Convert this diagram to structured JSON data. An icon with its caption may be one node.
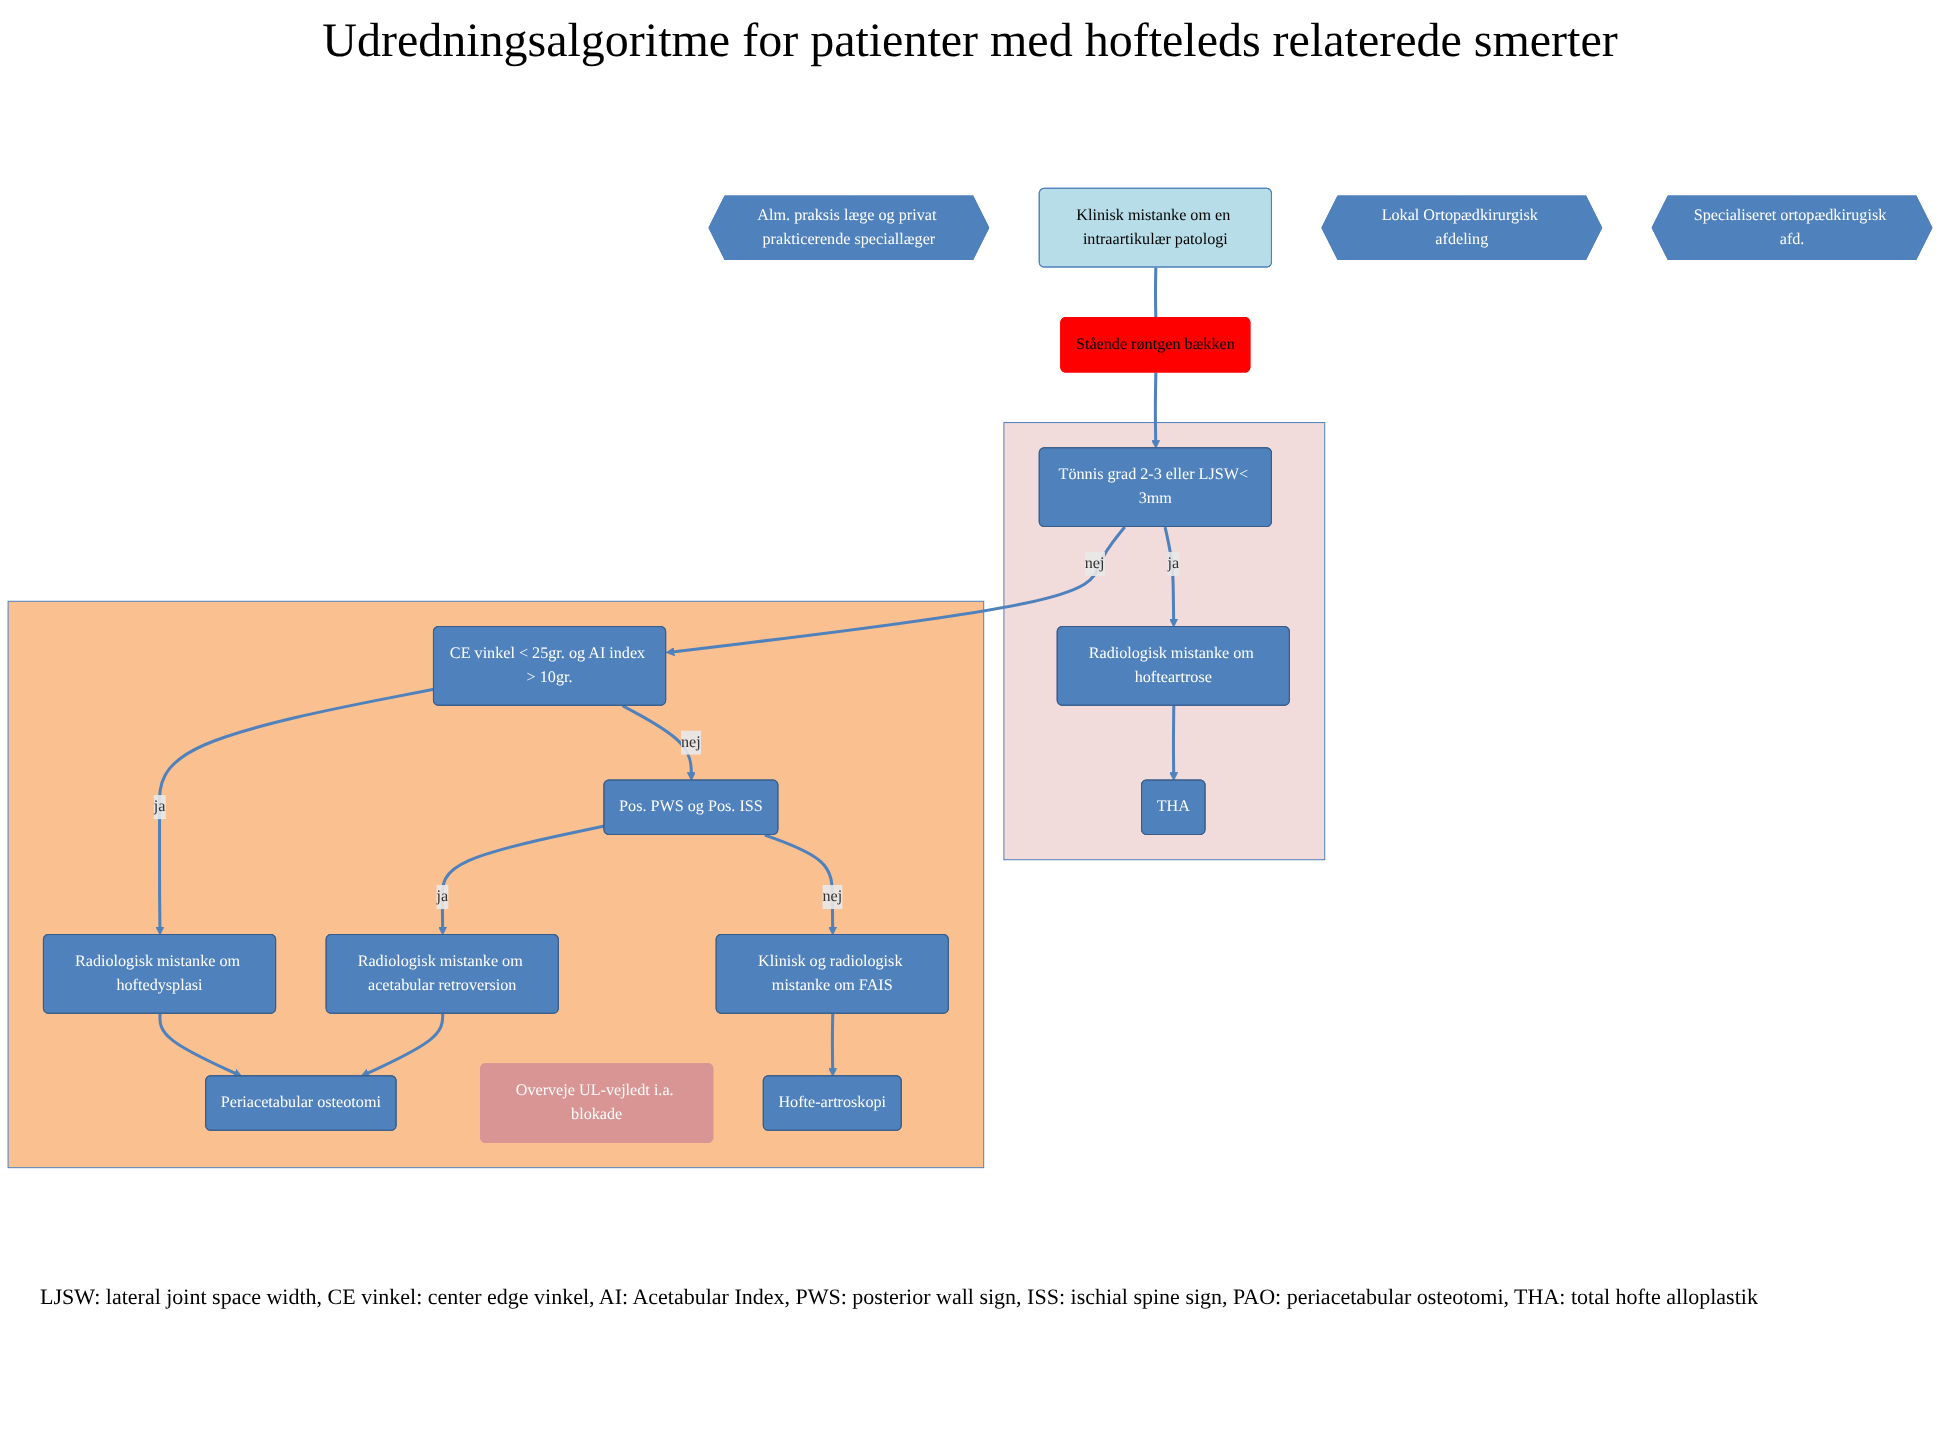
{
  "diagram": {
    "title": "Udredningsalgoritme for patienter med hofteleds relaterede smerter",
    "caption": "LJSW: lateral joint space width, CE vinkel: center edge vinkel, AI: Acetabular Index, PWS: posterior wall sign, ISS: ischial spine sign, PAO: periacetabular osteotomi, THA: total hofte alloplastik",
    "nodes": [
      {
        "text": [
          "Alm. praksis læge og privat prakticerende speciallæger"
        ]
      },
      {
        "text": [
          "Klinisk mistanke om en intraartikulær patologi"
        ]
      },
      {
        "text": [
          "Stående røntgen bækken"
        ]
      },
      {
        "text": [
          "Lokal Ortopædkirurgisk afdeling"
        ]
      },
      {
        "text": [],
        "shape": "band"
      },
      {
        "text": [
          "Tönnis grad 2-3 eller LJSW< 3mm"
        ],
        "in": 4
      },
      {
        "text": [
          "Radiologisk mistanke om hofteartrose"
        ],
        "in": 4
      },
      {
        "text": [
          "THA"
        ],
        "in": 4
      },
      {
        "text": [
          "Specialiseret ortopædkirugisk afd."
        ]
      },
      {
        "text": [],
        "shape": "band"
      },
      {
        "text": [
          "Radiologisk mistanke om hoftedysplasi"
        ],
        "in": 9
      },
      {
        "text": [
          "CE vinkel < 25gr. og AI index > 10gr."
        ],
        "in": 9
      },
      {
        "text": [
          "Periacetabular osteotomi"
        ],
        "in": 9
      },
      {
        "text": [
          "Overveje UL-vejledt i.a. blokade"
        ],
        "in": 9
      },
      {
        "text": [
          "Radiologisk mistanke om acetabular retroversion"
        ],
        "in": 9
      },
      {
        "text": [
          "Pos. PWS og Pos. ISS"
        ],
        "in": 9
      },
      {
        "text": [
          "Klinisk og radiologisk mistanke om FAIS"
        ],
        "in": 9
      },
      {
        "text": [
          "Hofte-artroskopi"
        ],
        "in": 9
      }
    ],
    "edges": [
      {
        "from": 1,
        "to": 2,
        "arrow": "none"
      },
      {
        "from": 2,
        "to": 5,
        "arrow": "to"
      },
      {
        "from": 5,
        "to": 6,
        "arrow": "to",
        "label": "ja"
      },
      {
        "from": 6,
        "to": 7,
        "arrow": "to"
      },
      {
        "from": 5,
        "to": 11,
        "arrow": "to",
        "label": "nej"
      },
      {
        "from": 11,
        "to": 10,
        "arrow": "to",
        "label": "ja"
      },
      {
        "from": 10,
        "to": 12,
        "arrow": "to"
      },
      {
        "from": 11,
        "to": 15,
        "arrow": "to",
        "label": "nej"
      },
      {
        "from": 15,
        "to": 14,
        "arrow": "to",
        "label": "ja"
      },
      {
        "from": 14,
        "to": 12,
        "arrow": "to"
      },
      {
        "from": 15,
        "to": 16,
        "arrow": "to",
        "label": "nej"
      },
      {
        "from": 16,
        "to": 17,
        "arrow": "to"
      }
    ]
  }
}
